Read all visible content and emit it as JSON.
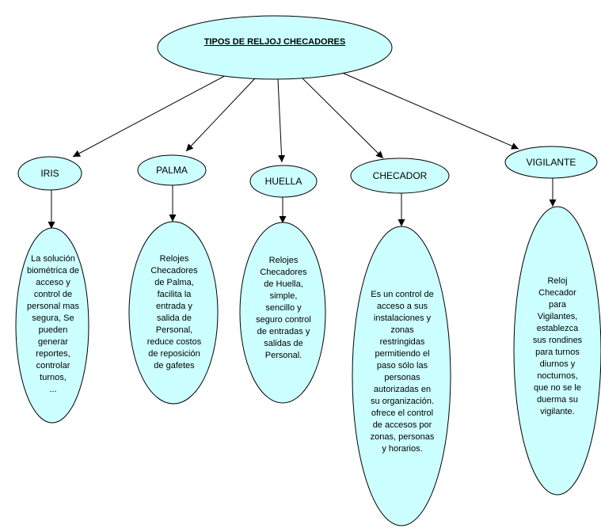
{
  "root": {
    "title": "TIPOS DE RELJOJ CHECADORES"
  },
  "colors": {
    "fill": "#ccffff",
    "stroke": "#000000"
  },
  "nodes": [
    {
      "label": "IRIS",
      "description": "La solución\nbiométrica de\nacceso y\ncontrol de\npersonal mas\nsegura, Se\npueden\ngenerar\nreportes,\ncontrolar\nturnos,\n..."
    },
    {
      "label": "PALMA",
      "description": "Relojes\nChecadores\nde Palma,\nfacilita la\nentrada y\nsalida de\nPersonal,\nreduce costos\nde reposición\nde gafetes"
    },
    {
      "label": "HUELLA",
      "description": "Relojes\nChecadores\nde Huella,\nsimple,\nsencillo y\nseguro control\nde entradas y\nsalidas de\nPersonal."
    },
    {
      "label": "CHECADOR",
      "description": "Es un control de\nacceso a sus\ninstalaciones y\nzonas\nrestringidas\npermitiendo el\npaso sólo las\npersonas\nautorizadas en\nsu organización.\nofrece el control\nde accesos por\nzonas, personas\ny horarios."
    },
    {
      "label": "VIGILANTE",
      "description": "Reloj\nChecador\npara\nVigilantes,\nestablezca\nsus rondines\npara turnos\ndiurnos y\nnocturnos,\nque no se le\nduerma su\nvigilante."
    }
  ]
}
